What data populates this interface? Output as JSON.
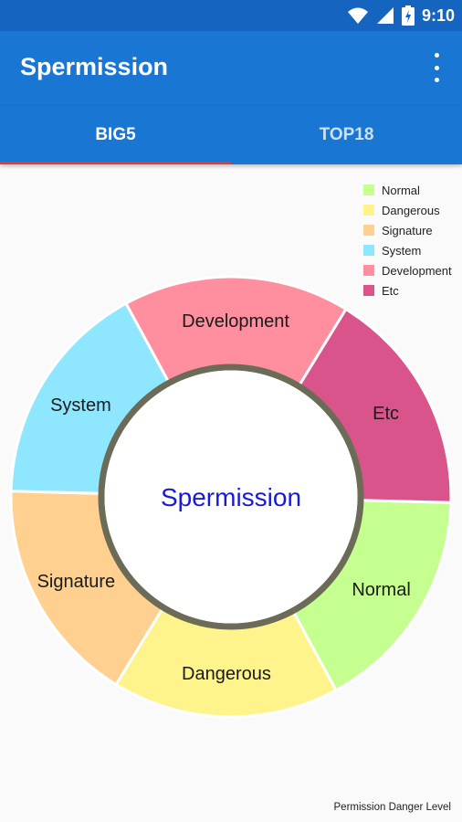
{
  "status_bar": {
    "time": "9:10",
    "icons": [
      "wifi-icon",
      "signal-icon",
      "battery-icon"
    ]
  },
  "app_bar": {
    "title": "Spermission",
    "menu_icon": "more-vert-icon"
  },
  "tabs": [
    {
      "label": "BIG5",
      "active": true
    },
    {
      "label": "TOP18",
      "active": false
    }
  ],
  "colors": {
    "status_bar": "#1565c0",
    "app_bar": "#1976d2",
    "tab_indicator": "#e53935",
    "center_text": "#1a1ad6"
  },
  "legend": [
    {
      "label": "Normal",
      "color": "#c5ff8f"
    },
    {
      "label": "Dangerous",
      "color": "#fff38c"
    },
    {
      "label": "Signature",
      "color": "#ffd08f"
    },
    {
      "label": "System",
      "color": "#8fe7ff"
    },
    {
      "label": "Development",
      "color": "#ff8f9e"
    },
    {
      "label": "Etc",
      "color": "#d9548a"
    }
  ],
  "chart_data": {
    "type": "pie",
    "variant": "donut",
    "center_text": "Spermission",
    "categories": [
      "Normal",
      "Dangerous",
      "Signature",
      "System",
      "Development",
      "Etc"
    ],
    "values": [
      1,
      1,
      1,
      1,
      1,
      1
    ],
    "colors": [
      "#c5ff8f",
      "#fff38c",
      "#ffd08f",
      "#8fe7ff",
      "#ff8f9e",
      "#d9548a"
    ],
    "description": "Permission Danger Level",
    "legend_position": "top-right"
  }
}
